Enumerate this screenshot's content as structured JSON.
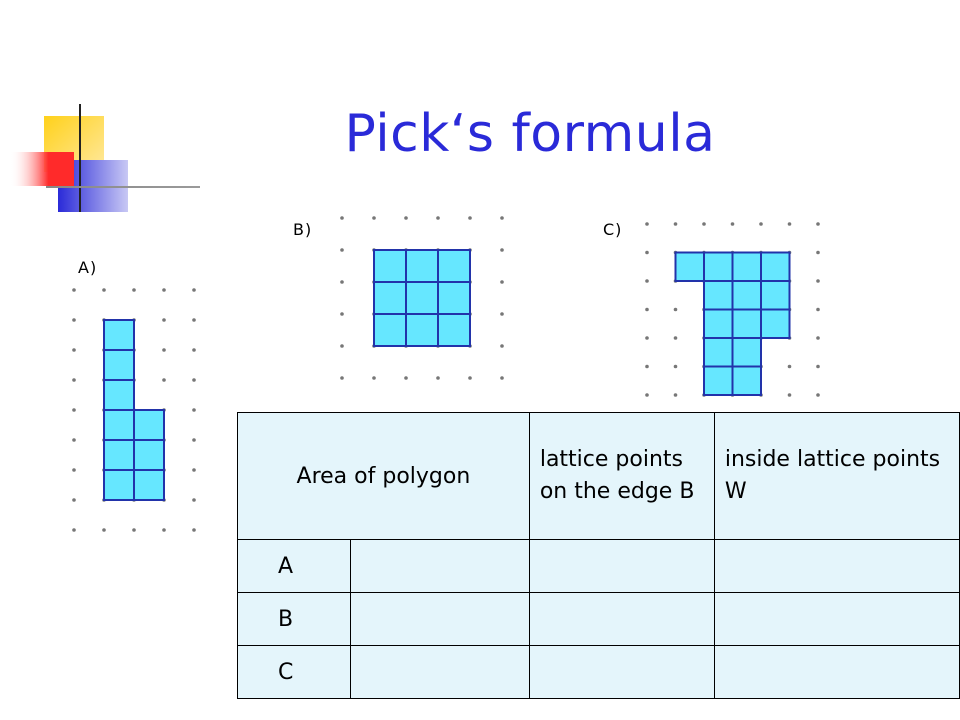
{
  "title": "Pick‘s formula",
  "figures": {
    "a_label": "A)",
    "b_label": "B)",
    "c_label": "C)"
  },
  "table": {
    "headers": [
      "Area of polygon",
      "lattice points on the edge B",
      "inside lattice points W"
    ],
    "rows": [
      {
        "label": "A",
        "cells": [
          "",
          "",
          ""
        ]
      },
      {
        "label": "B",
        "cells": [
          "",
          "",
          ""
        ]
      },
      {
        "label": "C",
        "cells": [
          "",
          "",
          ""
        ]
      }
    ]
  },
  "colors": {
    "title": "#2a2ad8",
    "tile_fill": "#66e7ff",
    "tile_edge": "#2233aa",
    "table_bg": "#e4f5fb",
    "deco_yellow": "#ffd11a",
    "deco_blue": "#2a2ad8",
    "deco_red": "#ff2a2a"
  }
}
